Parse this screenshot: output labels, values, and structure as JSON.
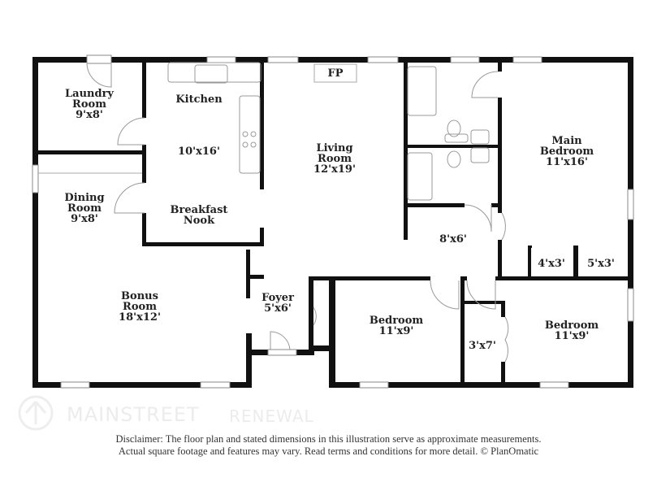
{
  "colors": {
    "wall": "#111111",
    "fixture": "#999999",
    "background": "#ffffff"
  },
  "rooms": [
    {
      "id": "laundry",
      "name": [
        "Laundry",
        "Room"
      ],
      "size": "9'x8'"
    },
    {
      "id": "kitchen",
      "name": [
        "Kitchen"
      ],
      "size": "10'x16'"
    },
    {
      "id": "living",
      "name": [
        "Living",
        "Room"
      ],
      "size": "12'x19'"
    },
    {
      "id": "dining",
      "name": [
        "Dining",
        "Room"
      ],
      "size": "9'x8'"
    },
    {
      "id": "breakfast",
      "name": [
        "Breakfast",
        "Nook"
      ],
      "size": ""
    },
    {
      "id": "bonus",
      "name": [
        "Bonus",
        "Room"
      ],
      "size": "18'x12'"
    },
    {
      "id": "foyer",
      "name": [
        "Foyer"
      ],
      "size": "5'x6'"
    },
    {
      "id": "bedroom1",
      "name": [
        "Bedroom"
      ],
      "size": "11'x9'"
    },
    {
      "id": "bedroom2",
      "name": [
        "Bedroom"
      ],
      "size": "11'x9'"
    },
    {
      "id": "main-bedroom",
      "name": [
        "Main",
        "Bedroom"
      ],
      "size": "11'x16'"
    },
    {
      "id": "hall",
      "name": [],
      "size": "8'x6'"
    },
    {
      "id": "closet-a",
      "name": [],
      "size": "4'x3'"
    },
    {
      "id": "closet-b",
      "name": [],
      "size": "5'x3'"
    },
    {
      "id": "closet-c",
      "name": [],
      "size": "3'x7'"
    }
  ],
  "fireplace_label": "FP",
  "logo": {
    "line1": "MAINSTREET",
    "line2": "RENEWAL"
  },
  "disclaimer": {
    "line1": "Disclaimer: The floor plan and stated dimensions in this illustration serve as approximate measurements.",
    "line2": "Actual square footage and features may vary. Read terms and conditions for more detail. © PlanOmatic"
  }
}
